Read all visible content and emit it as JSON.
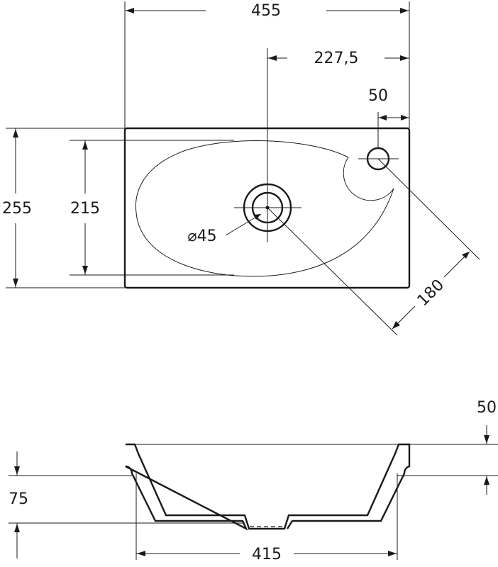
{
  "top_view": {
    "overall_width": "455",
    "half_width": "227,5",
    "tap_hole_offset": "50",
    "overall_depth": "255",
    "bowl_depth": "215",
    "drain_diameter": "⌀45",
    "diagonal_distance": "180"
  },
  "section_view": {
    "rim_height": "50",
    "bowl_height": "75",
    "bottom_width": "415"
  }
}
